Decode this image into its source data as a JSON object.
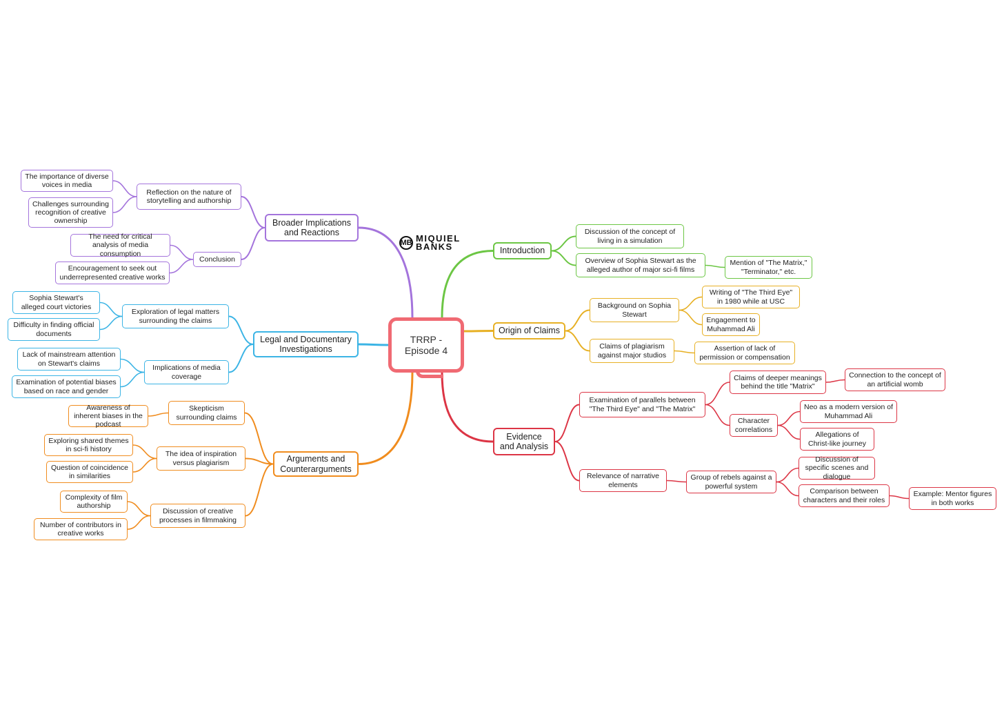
{
  "root": {
    "id": "root",
    "label": "TRRP - Episode 4",
    "color": "#f06a73"
  },
  "logo": {
    "line1": "MIQUIEL",
    "line2": "BANKS",
    "icon": "mb-monogram-icon"
  },
  "branches": [
    {
      "id": "intro",
      "label": "Introduction",
      "color": "#6cc644",
      "children": [
        {
          "id": "intro-1",
          "label": "Discussion of the concept of living in a simulation"
        },
        {
          "id": "intro-2",
          "label": "Overview of Sophia Stewart as the alleged author of major sci-fi films",
          "children": [
            {
              "id": "intro-2a",
              "label": "Mention of \"The Matrix,\" \"Terminator,\" etc."
            }
          ]
        }
      ]
    },
    {
      "id": "origin",
      "label": "Origin of Claims",
      "color": "#e7b024",
      "children": [
        {
          "id": "origin-1",
          "label": "Background on Sophia Stewart",
          "children": [
            {
              "id": "origin-1a",
              "label": "Writing of \"The Third Eye\" in 1980 while at USC"
            },
            {
              "id": "origin-1b",
              "label": "Engagement to Muhammad Ali"
            }
          ]
        },
        {
          "id": "origin-2",
          "label": "Claims of plagiarism against major studios",
          "children": [
            {
              "id": "origin-2a",
              "label": "Assertion of lack of permission or compensation"
            }
          ]
        }
      ]
    },
    {
      "id": "evidence",
      "label": "Evidence and Analysis",
      "color": "#dc3545",
      "children": [
        {
          "id": "ev-1",
          "label": "Examination of parallels between \"The Third Eye\" and \"The Matrix\"",
          "children": [
            {
              "id": "ev-1a",
              "label": "Claims of deeper meanings behind the title \"Matrix\"",
              "children": [
                {
                  "id": "ev-1a1",
                  "label": "Connection to the concept of an artificial womb"
                }
              ]
            },
            {
              "id": "ev-1b",
              "label": "Character correlations",
              "children": [
                {
                  "id": "ev-1b1",
                  "label": "Neo as a modern version of Muhammad Ali"
                },
                {
                  "id": "ev-1b2",
                  "label": "Allegations of Christ-like journey"
                }
              ]
            }
          ]
        },
        {
          "id": "ev-2",
          "label": "Relevance of narrative elements",
          "children": [
            {
              "id": "ev-2a",
              "label": "Group of rebels against a powerful system",
              "children": [
                {
                  "id": "ev-2a1",
                  "label": "Discussion of specific scenes and dialogue"
                },
                {
                  "id": "ev-2a2",
                  "label": "Comparison between characters and their roles",
                  "children": [
                    {
                      "id": "ev-2a2x",
                      "label": "Example: Mentor figures in both works"
                    }
                  ]
                }
              ]
            }
          ]
        }
      ]
    },
    {
      "id": "broader",
      "label": "Broader Implications and Reactions",
      "color": "#a474dc",
      "children": [
        {
          "id": "br-1",
          "label": "Reflection on the nature of storytelling and authorship",
          "children": [
            {
              "id": "br-1a",
              "label": "The importance of diverse voices in media"
            },
            {
              "id": "br-1b",
              "label": "Challenges surrounding recognition of creative ownership"
            }
          ]
        },
        {
          "id": "br-2",
          "label": "Conclusion",
          "children": [
            {
              "id": "br-2a",
              "label": "The need for critical analysis of media consumption"
            },
            {
              "id": "br-2b",
              "label": "Encouragement to seek out underrepresented creative works"
            }
          ]
        }
      ]
    },
    {
      "id": "legal",
      "label": "Legal and Documentary Investigations",
      "color": "#3bb4e5",
      "children": [
        {
          "id": "lg-1",
          "label": "Exploration of legal matters surrounding the claims",
          "children": [
            {
              "id": "lg-1a",
              "label": "Sophia Stewart's alleged court victories"
            },
            {
              "id": "lg-1b",
              "label": "Difficulty in finding official documents"
            }
          ]
        },
        {
          "id": "lg-2",
          "label": "Implications of media coverage",
          "children": [
            {
              "id": "lg-2a",
              "label": "Lack of mainstream attention on Stewart's claims"
            },
            {
              "id": "lg-2b",
              "label": "Examination of potential biases based on race and gender"
            }
          ]
        }
      ]
    },
    {
      "id": "args",
      "label": "Arguments and Counterarguments",
      "color": "#f08c1e",
      "children": [
        {
          "id": "ar-1",
          "label": "Skepticism surrounding claims",
          "children": [
            {
              "id": "ar-1a",
              "label": "Awareness of inherent biases in the podcast"
            }
          ]
        },
        {
          "id": "ar-2",
          "label": "The idea of inspiration versus plagiarism",
          "children": [
            {
              "id": "ar-2a",
              "label": "Exploring shared themes in sci-fi history"
            },
            {
              "id": "ar-2b",
              "label": "Question of coincidence in similarities"
            }
          ]
        },
        {
          "id": "ar-3",
          "label": "Discussion of creative processes in filmmaking",
          "children": [
            {
              "id": "ar-3a",
              "label": "Complexity of film authorship"
            },
            {
              "id": "ar-3b",
              "label": "Number of contributors in creative works"
            }
          ]
        }
      ]
    }
  ]
}
